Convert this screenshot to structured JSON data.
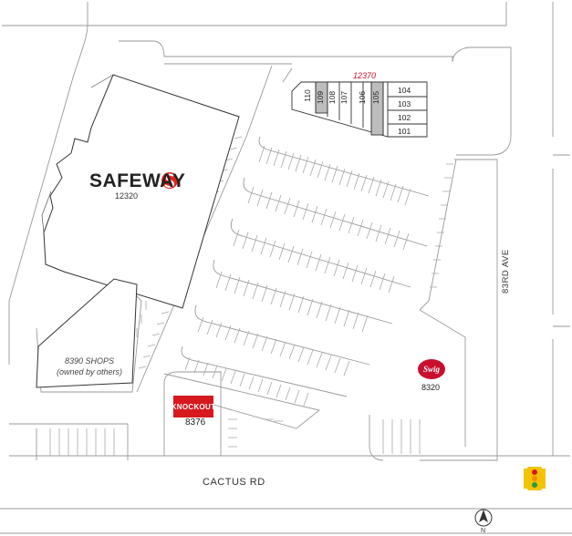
{
  "streets": {
    "south": "CACTUS RD",
    "east": "83RD AVE"
  },
  "buildings": {
    "anchor": {
      "name": "SAFEWAY",
      "number": "12320",
      "logo_icon": "safeway-s-icon",
      "logo_color": "#e2231a"
    },
    "shops": {
      "name": "8390 SHOPS",
      "note": "(owned by others)"
    },
    "strip": {
      "number": "12370",
      "number_color": "#c8102e",
      "suites_vertical": [
        "110",
        "109",
        "108",
        "107",
        "106",
        "105"
      ],
      "suites_horizontal": [
        "104",
        "103",
        "102",
        "101"
      ],
      "highlighted": [
        "109",
        "105"
      ],
      "highlight_color": "#bdbdbd"
    },
    "knockout": {
      "name": "KNOCKOUT",
      "number": "8376",
      "logo_color": "#d7191f"
    },
    "swig": {
      "name": "Swig",
      "number": "8320",
      "logo_color": "#c8102e"
    }
  },
  "icons": {
    "traffic_light": "traffic-light-icon",
    "north_arrow": "north-arrow-icon",
    "north_label": "N"
  },
  "colors": {
    "lines": "#9a9a9a",
    "building_outline": "#333333"
  }
}
